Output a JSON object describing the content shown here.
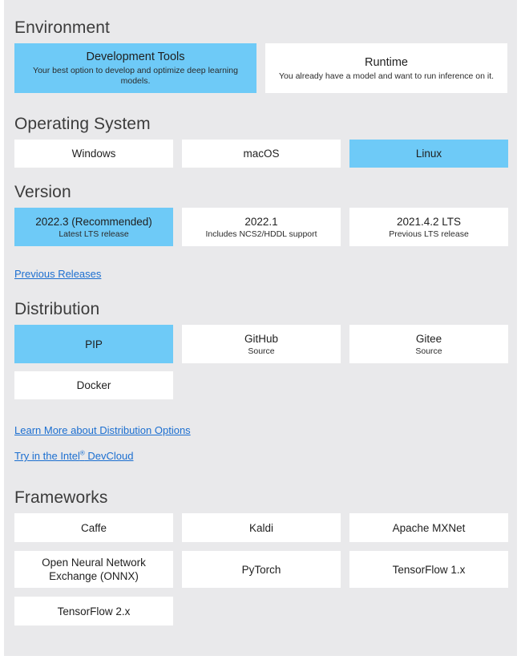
{
  "sections": [
    {
      "id": "environment",
      "title": "Environment",
      "options": [
        {
          "label": "Development Tools",
          "sub": "Your best option to develop and optimize deep learning models.",
          "selected": true
        },
        {
          "label": "Runtime",
          "sub": "You already have a model and want to run inference on it.",
          "selected": false
        }
      ]
    },
    {
      "id": "operating-system",
      "title": "Operating System",
      "options": [
        {
          "label": "Windows",
          "sub": "",
          "selected": false
        },
        {
          "label": "macOS",
          "sub": "",
          "selected": false
        },
        {
          "label": "Linux",
          "sub": "",
          "selected": true
        }
      ]
    },
    {
      "id": "version",
      "title": "Version",
      "options": [
        {
          "label": "2022.3 (Recommended)",
          "sub": "Latest LTS release",
          "selected": true
        },
        {
          "label": "2022.1",
          "sub": "Includes NCS2/HDDL support",
          "selected": false
        },
        {
          "label": "2021.4.2 LTS",
          "sub": "Previous LTS release",
          "selected": false
        }
      ]
    },
    {
      "id": "distribution",
      "title": "Distribution",
      "options": [
        {
          "label": "PIP",
          "sub": "",
          "selected": true
        },
        {
          "label": "GitHub",
          "sub": "Source",
          "selected": false
        },
        {
          "label": "Gitee",
          "sub": "Source",
          "selected": false
        }
      ],
      "options_row2": [
        {
          "label": "Docker",
          "sub": "",
          "selected": false
        }
      ]
    },
    {
      "id": "frameworks",
      "title": "Frameworks",
      "options": [
        {
          "label": "Caffe",
          "sub": "",
          "selected": false
        },
        {
          "label": "Kaldi",
          "sub": "",
          "selected": false
        },
        {
          "label": "Apache MXNet",
          "sub": "",
          "selected": false
        },
        {
          "label": "Open Neural Network Exchange (ONNX)",
          "sub": "",
          "selected": false
        },
        {
          "label": "PyTorch",
          "sub": "",
          "selected": false
        },
        {
          "label": "TensorFlow 1.x",
          "sub": "",
          "selected": false
        },
        {
          "label": "TensorFlow 2.x",
          "sub": "",
          "selected": false
        }
      ]
    }
  ],
  "links": {
    "previous_releases": "Previous Releases",
    "learn_more": "Learn More about Distribution Options",
    "devcloud_prefix": "Try in the Intel",
    "devcloud_sup": "®",
    "devcloud_suffix": " DevCloud"
  },
  "colors": {
    "selected": "#6ecaf7",
    "panel_bg": "#e9e9eb",
    "tile_bg": "#ffffff",
    "link": "#1c6fd0",
    "heading": "#3c3c3c"
  }
}
